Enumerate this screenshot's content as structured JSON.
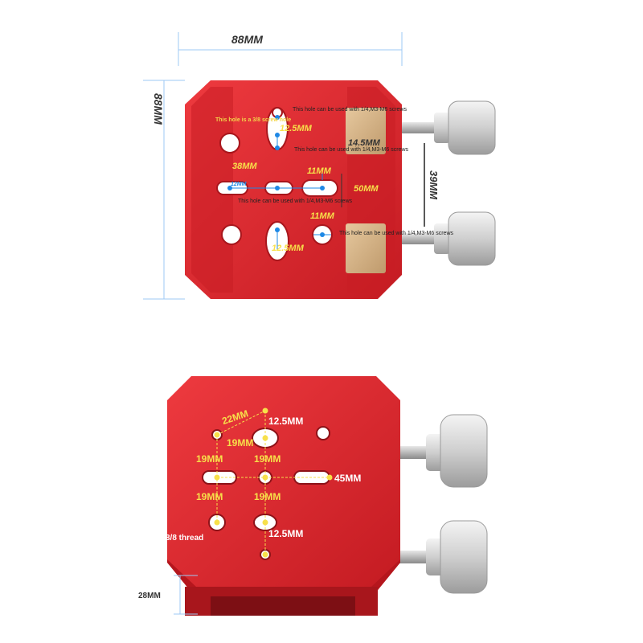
{
  "colors": {
    "body_red": "#d8232a",
    "body_red_dark": "#a8161c",
    "body_red_light": "#f04a4a",
    "label_yellow": "#f7e04a",
    "label_blue": "#1e88e5",
    "dim_line_blue": "#9ec9f5",
    "knob_silver": "#d9d9d9",
    "pad_tan": "#d8b78a"
  },
  "top_view": {
    "dim_width": "88MM",
    "dim_height": "88MM",
    "dim_knob_spacing": "39MM",
    "dim_pad": "14.5MM",
    "dim_inner_height": "50MM",
    "dim_hole_top": "12.5MM",
    "dim_row_span": "38MM",
    "dim_slot_mid": "12MM",
    "dim_slot_right": "11MM",
    "dim_slot_lower": "11MM",
    "dim_hole_bottom": "12.5MM",
    "note_3_8_hole": "This hole is a 3/8 screw hole",
    "note_m3_m6_a": "This hole can be used with 1/4,M3-M6 screws",
    "note_m3_m6_b": "This hole can be used with 1/4,M3-M6 screws",
    "note_m3_m6_c": "This hole can be used with 1/4,M3-M6 screws",
    "note_m3_m6_d": "This hole can be used with 1/4,M3-M6 screws"
  },
  "bottom_view": {
    "dim_diag": "22MM",
    "dim_top_right": "12.5MM",
    "dim_top_center": "19MM",
    "dim_left_upper": "19MM",
    "dim_center_upper": "19MM",
    "dim_slot_span": "45MM",
    "dim_left_lower": "19MM",
    "dim_center_lower": "19MM",
    "dim_thread": "3/8 thread",
    "dim_bottom": "12.5MM",
    "dim_thickness": "28MM"
  }
}
